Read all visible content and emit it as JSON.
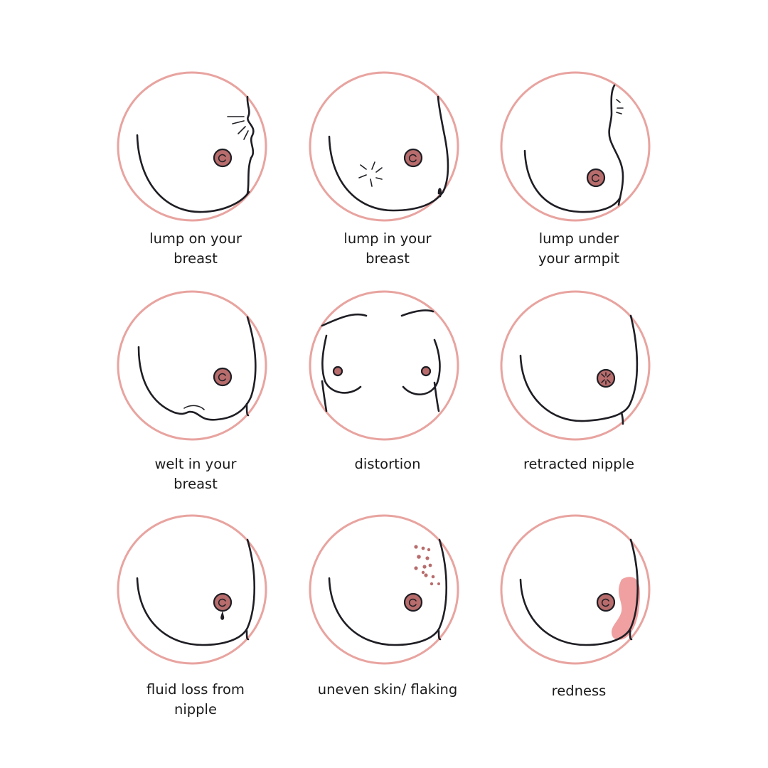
{
  "colors": {
    "ring": "#e8a4a0",
    "ink": "#1e1e24",
    "nipple": "#b86c6c",
    "dots": "#b86c6c",
    "redness": "#f0a0a0"
  },
  "symptoms": [
    {
      "id": "lump-on",
      "label": "lump on your\nbreast"
    },
    {
      "id": "lump-in",
      "label": "lump in your\nbreast"
    },
    {
      "id": "lump-armpit",
      "label": "lump under\nyour armpit"
    },
    {
      "id": "welt",
      "label": "welt in your\nbreast"
    },
    {
      "id": "distortion",
      "label": "distortion"
    },
    {
      "id": "retracted",
      "label": "retracted nipple"
    },
    {
      "id": "fluid",
      "label": "fluid loss from\nnipple"
    },
    {
      "id": "flaking",
      "label": "uneven skin/ flaking"
    },
    {
      "id": "redness",
      "label": "redness"
    }
  ]
}
